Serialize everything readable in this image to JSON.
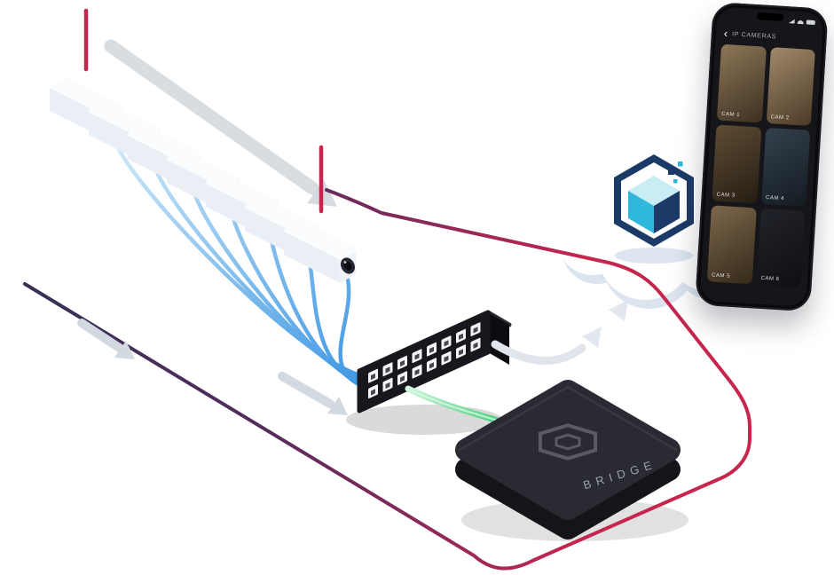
{
  "colors": {
    "crimson": "#C6254E",
    "indigo": "#3A3056",
    "blue_cable": "#3E97E3",
    "blue_cable_light": "#C9E6F8",
    "green_cable": "#1FBE5F",
    "navy": "#1C3A67",
    "teal": "#2FB7DC",
    "teal_light": "#C9EDF5",
    "gray_arrow": "#CFD5DC",
    "switch_body": "#17171D",
    "bridge_body": "#2A2A32"
  },
  "diagram": {
    "camera_count": 7,
    "switch_ports": 16
  },
  "bridge": {
    "label": "BRIDGE"
  },
  "phone": {
    "back_icon": "‹",
    "title": "IP CAMERAS",
    "tiles": [
      {
        "label": "CAM 1"
      },
      {
        "label": "CAM 2"
      },
      {
        "label": "CAM 3"
      },
      {
        "label": "CAM 4"
      },
      {
        "label": "CAM 5"
      },
      {
        "label": "CAM 6"
      }
    ]
  }
}
